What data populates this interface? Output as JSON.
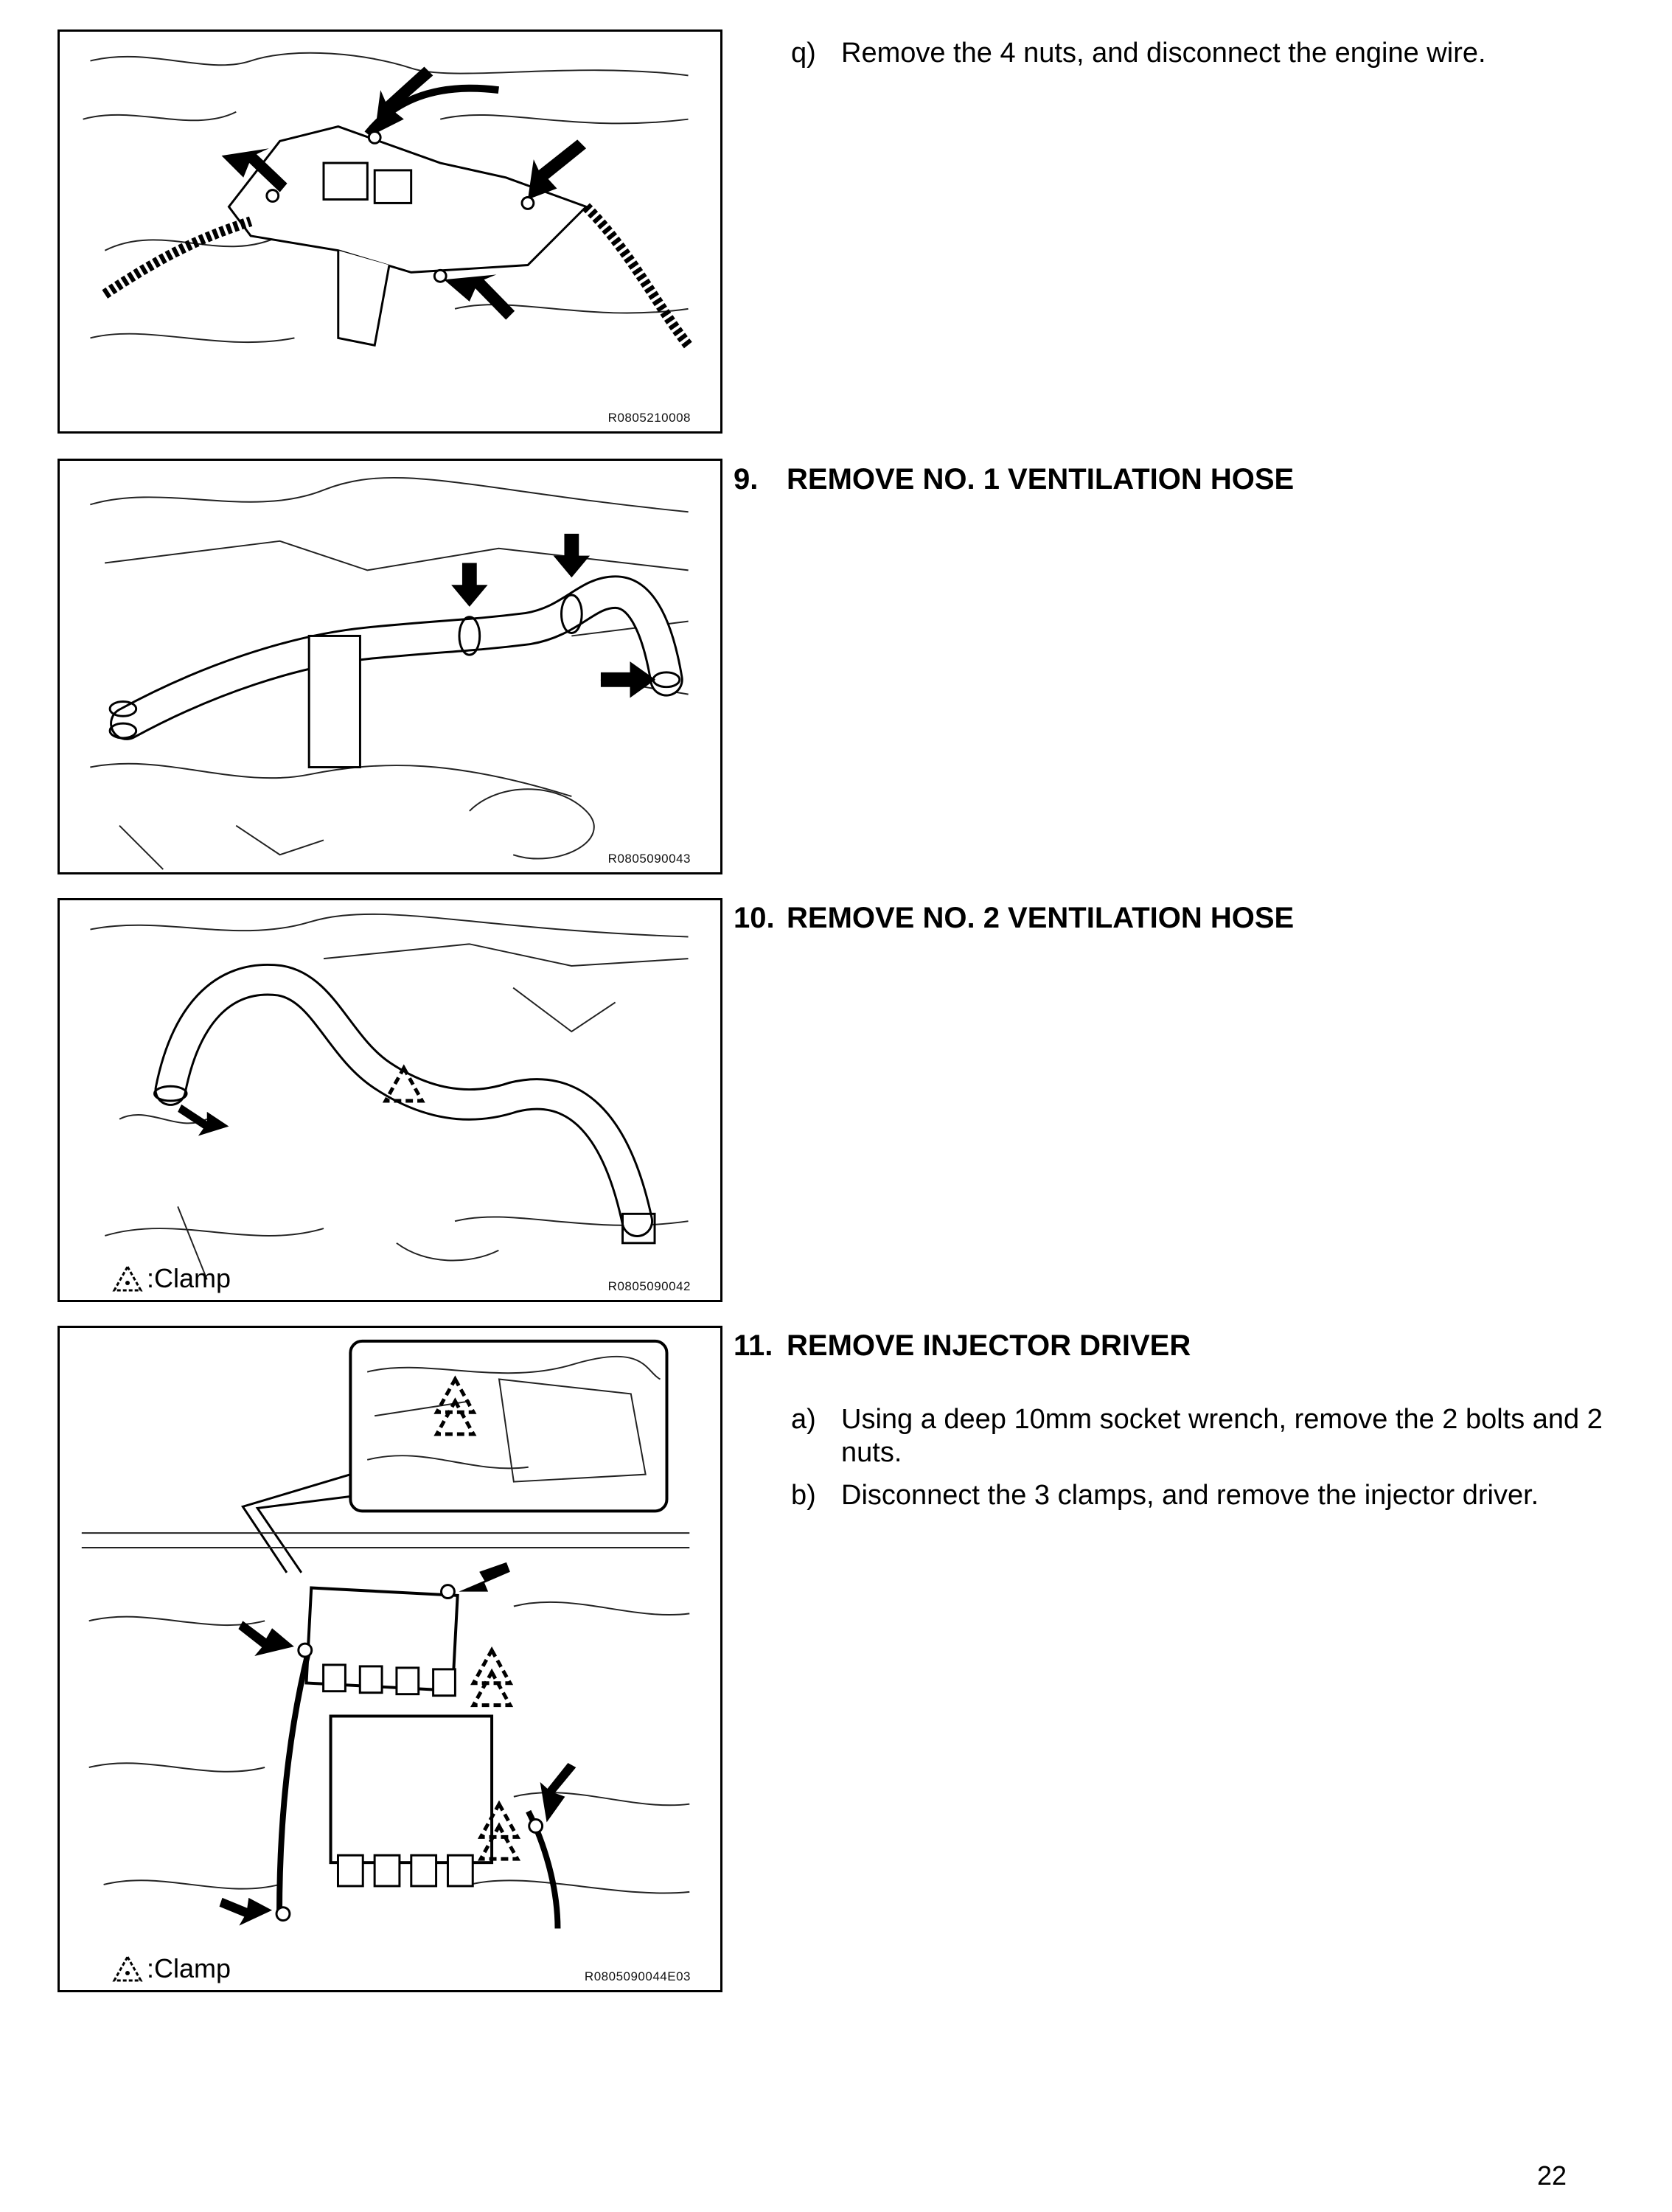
{
  "figures": [
    {
      "code": "R0805210008",
      "legend": ""
    },
    {
      "code": "R0805090043",
      "legend": ""
    },
    {
      "code": "R0805090042",
      "legend": ":Clamp"
    },
    {
      "code": "R0805090044E03",
      "legend": ":Clamp"
    }
  ],
  "step_q": {
    "letter": "q)",
    "text": "Remove the 4 nuts, and disconnect the engine wire."
  },
  "sections": [
    {
      "number": "9.",
      "title": "REMOVE NO. 1 VENTILATION HOSE"
    },
    {
      "number": "10.",
      "title": "REMOVE NO. 2 VENTILATION HOSE"
    },
    {
      "number": "11.",
      "title": "REMOVE INJECTOR DRIVER"
    }
  ],
  "section11_steps": [
    {
      "letter": "a)",
      "text": "Using a deep 10mm socket wrench, remove the 2 bolts and 2 nuts."
    },
    {
      "letter": "b)",
      "text": "Disconnect the 3 clamps, and remove the injector driver."
    }
  ],
  "page_number": "22"
}
